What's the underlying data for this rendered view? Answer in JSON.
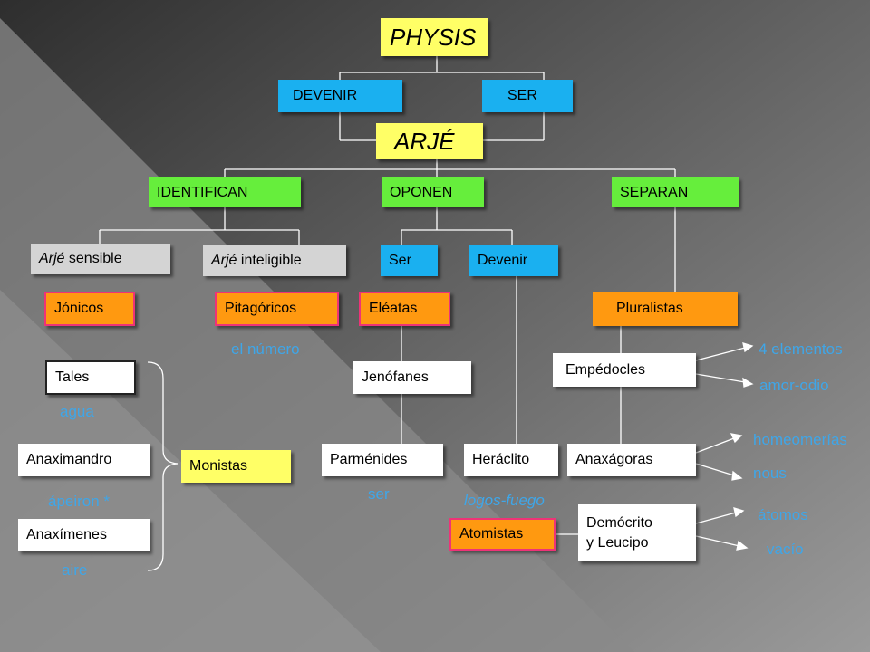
{
  "colors": {
    "yellow": "#ffff66",
    "blue": "#1ab0f0",
    "green": "#66ee3c",
    "grey": "#d4d4d4",
    "orange": "#ff9910",
    "white": "#ffffff",
    "annotation": "#3fa6e8"
  },
  "physis": "PHYSIS",
  "devenir": "DEVENIR",
  "ser": "SER",
  "arje": "ARJÉ",
  "identifican": "IDENTIFICAN",
  "oponen": "OPONEN",
  "separan": "SEPARAN",
  "arje_word": "Arjé",
  "sensible": " sensible",
  "inteligible": " inteligible",
  "ser2": "Ser",
  "devenir2": "Devenir",
  "jonicos": "Jónicos",
  "pitagoricos": "Pitagóricos",
  "eleatas": "Eléatas",
  "pluralistas": "Pluralistas",
  "el_numero": "el número",
  "tales": "Tales",
  "agua": "agua",
  "anaximandro": "Anaximandro",
  "apeiron": "ápeiron *",
  "anaximenes": "Anaxímenes",
  "aire": "aire",
  "monistas": "Monistas",
  "jenofanes": "Jenófanes",
  "parmenides": "Parménides",
  "ser3": "ser",
  "heraclito": "Heráclito",
  "logos_fuego": "logos-fuego",
  "empedocles": "Empédocles",
  "cuatro_elementos": "4 elementos",
  "amor_odio": "amor-odio",
  "anaxagoras": "Anaxágoras",
  "homeomerias": "homeomerías",
  "nous": "nous",
  "atomistas": "Atomistas",
  "democrito_1": "Demócrito",
  "democrito_2": "y Leucipo",
  "atomos": "átomos",
  "vacio": "vacío"
}
